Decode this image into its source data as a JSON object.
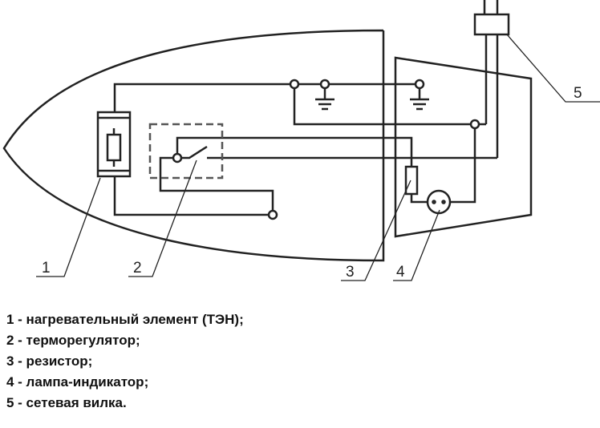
{
  "callouts": [
    "1",
    "2",
    "3",
    "4",
    "5"
  ],
  "legend": [
    "1 - нагревательный элемент (ТЭН);",
    "2 - терморегулятор;",
    "3 - резистор;",
    "4 - лампа-индикатор;",
    "5 - сетевая вилка."
  ]
}
